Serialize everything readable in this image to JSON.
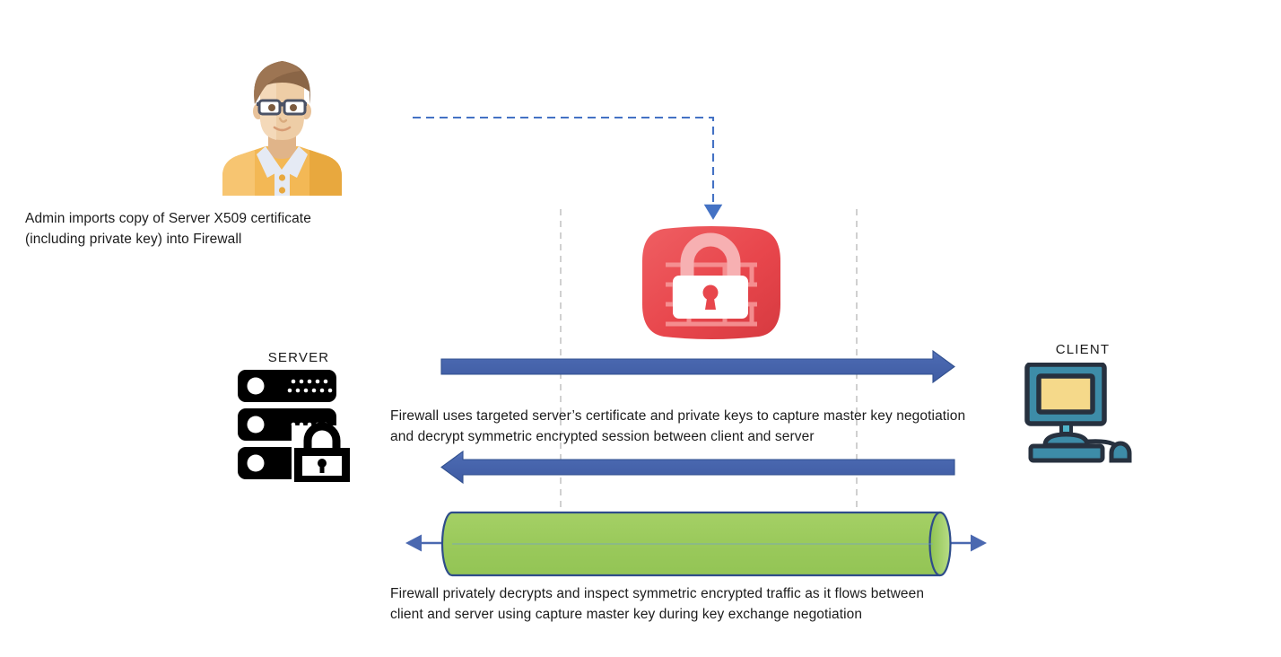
{
  "diagram": {
    "title": "Firewall SSL inspection with imported server certificate",
    "colors": {
      "arrow_blue": "#4a68b0",
      "arrow_blue_dark": "#2e4b8e",
      "tunnel_green": "#9bca5c",
      "tunnel_outline": "#2e4c8a",
      "firewall_red": "#e8464c",
      "client_teal": "#3d8ca8",
      "client_screen_yellow": "#f5d98a",
      "dashed_gray": "#bfbfbf",
      "dashed_blue": "#4472c4",
      "server_black": "#000000",
      "admin_shirt": "#f2b74e",
      "admin_hair": "#8a6546",
      "admin_skin": "#e8c29a"
    }
  },
  "captions": {
    "admin_import": "Admin imports copy of Server X509 certificate\n(including private key) into Firewall",
    "firewall_capture": "Firewall uses targeted server’s certificate and private keys to capture master key negotiation\nand decrypt symmetric encrypted session between client and server",
    "firewall_inspect": "Firewall privately decrypts and inspect symmetric encrypted traffic as it flows between\nclient and server using capture master key during key exchange negotiation"
  },
  "nodes": {
    "server_label": "SERVER",
    "client_label": "CLIENT",
    "admin_icon_name": "admin-user-icon",
    "firewall_icon_name": "firewall-lock-icon",
    "server_icon_name": "server-rack-lock-icon",
    "client_icon_name": "client-desktop-icon"
  },
  "connectors": {
    "cert_import_arrow": "dashed-blue-arrow-admin-to-firewall",
    "session_arrow_right": "blue-block-arrow-server-to-client",
    "session_arrow_left": "blue-block-arrow-client-to-server",
    "encrypted_tunnel": "green-cylinder-encrypted-tunnel",
    "tunnel_arrow": "blue-double-headed-arrow",
    "boundary_left": "dashed-vertical-boundary-left",
    "boundary_right": "dashed-vertical-boundary-right"
  }
}
